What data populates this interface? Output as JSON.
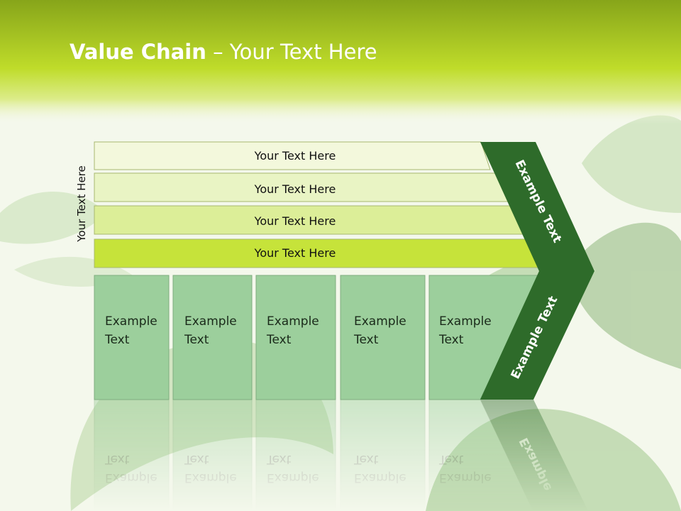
{
  "slide": {
    "title_bold": "Value Chain",
    "title_rest": " – Your Text Here",
    "side_label": "Your Text Here"
  },
  "bars": [
    {
      "label": "Your Text Here",
      "color": "#f3f8dc"
    },
    {
      "label": "Your Text Here",
      "color": "#e9f4c4"
    },
    {
      "label": "Your Text Here",
      "color": "#dcee98"
    },
    {
      "label": "Your Text Here",
      "color": "#c6e33a"
    }
  ],
  "boxes": [
    {
      "line1": "Example",
      "line2": "Text"
    },
    {
      "line1": "Example",
      "line2": "Text"
    },
    {
      "line1": "Example",
      "line2": "Text"
    },
    {
      "line1": "Example",
      "line2": "Text"
    },
    {
      "line1": "Example",
      "line2": "Text"
    }
  ],
  "chevron": {
    "upper_label": "Example Text",
    "lower_label": "Example Text",
    "color": "#2e6b2a"
  },
  "colors": {
    "header_top": "#8fae1a",
    "header_mid": "#c3e02c",
    "box_fill": "#9ccf9c",
    "box_stroke": "#7fae7f"
  }
}
